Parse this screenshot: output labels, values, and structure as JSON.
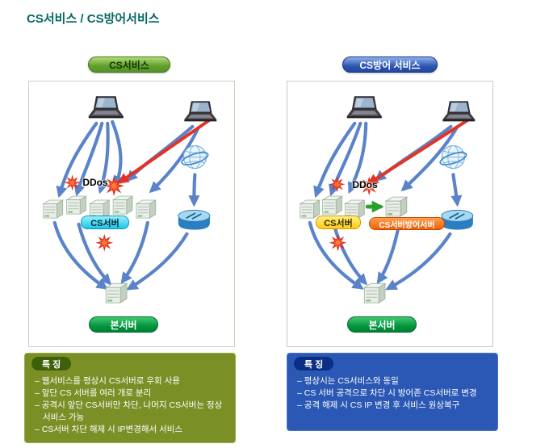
{
  "page": {
    "title": "CS서비스 / CS방어서비스"
  },
  "left": {
    "header": "CS서비스",
    "ddos": "DDos",
    "cs_server": "CS서버",
    "main_server": "본서버",
    "features": {
      "title": "특 징",
      "items": [
        "– 웹서비스를 평상시 CS서버로 우회 사용",
        "– 앞단 CS 서버를 여러 개로 분리",
        "– 공격시 앞단 CS서버만 차단, 나머지 CS서버는 정상 서비스 가능",
        "– CS서버 차단 해제 시 IP변경해서 서비스"
      ]
    }
  },
  "right": {
    "header": "CS방어 서비스",
    "ddos": "DDos",
    "cs_server": "CS서버",
    "defense_server": "CS서버방어서버",
    "main_server": "본서버",
    "features": {
      "title": "특 징",
      "items": [
        "– 평상시는 CS서비스와 동일",
        "– CS 서버 공격으로 차단 시 방어존 CS서버로 변경",
        "– 공격 해제 시 CS IP 변경 후 서비스 원상복구"
      ]
    }
  },
  "colors": {
    "title_text": "#056a63",
    "left_header_green": "#5f9e2a",
    "right_header_blue": "#2b55ae",
    "cs_server_cyan": "#1ec4ec",
    "cs_server_yellow": "#ffcc12",
    "defense_orange": "#ef5f0a",
    "main_server_green": "#00913c",
    "left_box_olive": "#7a9027",
    "right_box_blue": "#2b58b4",
    "arrow_blue": "#5b83c9",
    "attack_red": "#e23327",
    "bypass_green": "#2aa12a"
  }
}
